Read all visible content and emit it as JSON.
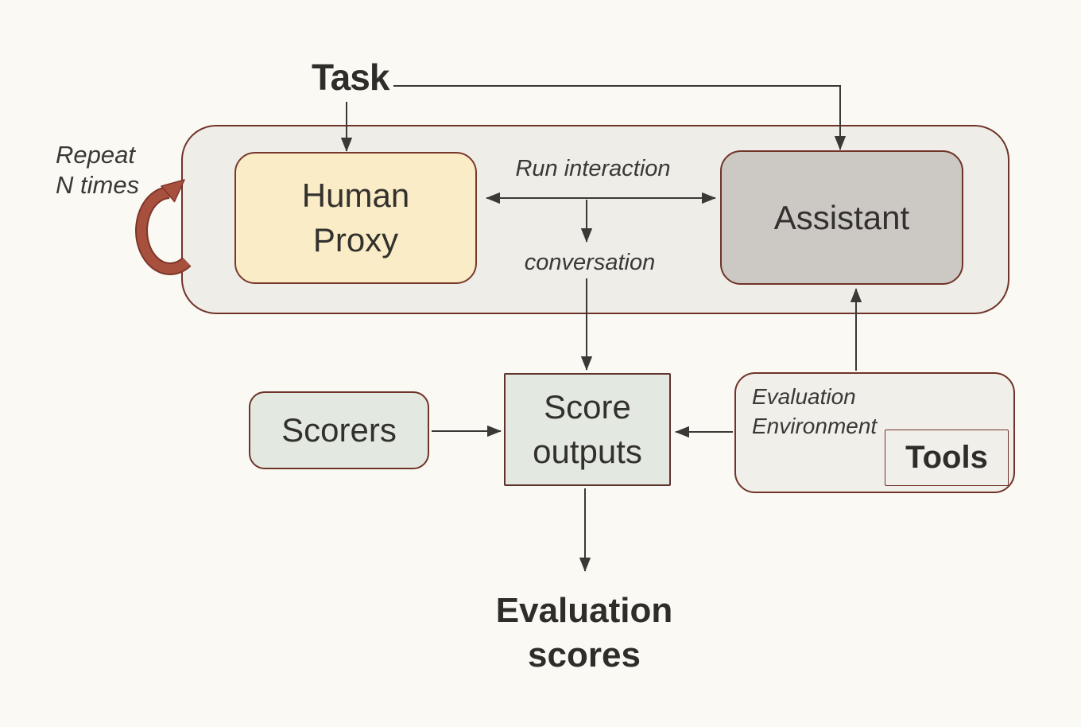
{
  "diagram": {
    "description": "Agent evaluation flow diagram"
  },
  "labels": {
    "task": "Task",
    "repeat_line1": "Repeat",
    "repeat_line2": "N times",
    "run_interaction": "Run interaction",
    "conversation": "conversation",
    "evaluation_scores": "Evaluation scores"
  },
  "nodes": {
    "human_proxy": "Human Proxy",
    "assistant": "Assistant",
    "scorers": "Scorers",
    "score_outputs": "Score outputs",
    "evaluation_environment": "Evaluation Environment",
    "tools": "Tools"
  },
  "colors": {
    "background": "#FAF9F4",
    "container_fill": "#EFEDE8",
    "border_brown": "#703327",
    "human_proxy_fill": "#FAECC6",
    "assistant_fill": "#CCC8C4",
    "scorer_fill": "#E3E9E1",
    "environment_fill": "#F1EFEA",
    "arrow_line": "#3A3935",
    "repeat_arrow_fill": "#A8503E",
    "repeat_arrow_outline": "#7E3528",
    "text": "#33312E"
  }
}
